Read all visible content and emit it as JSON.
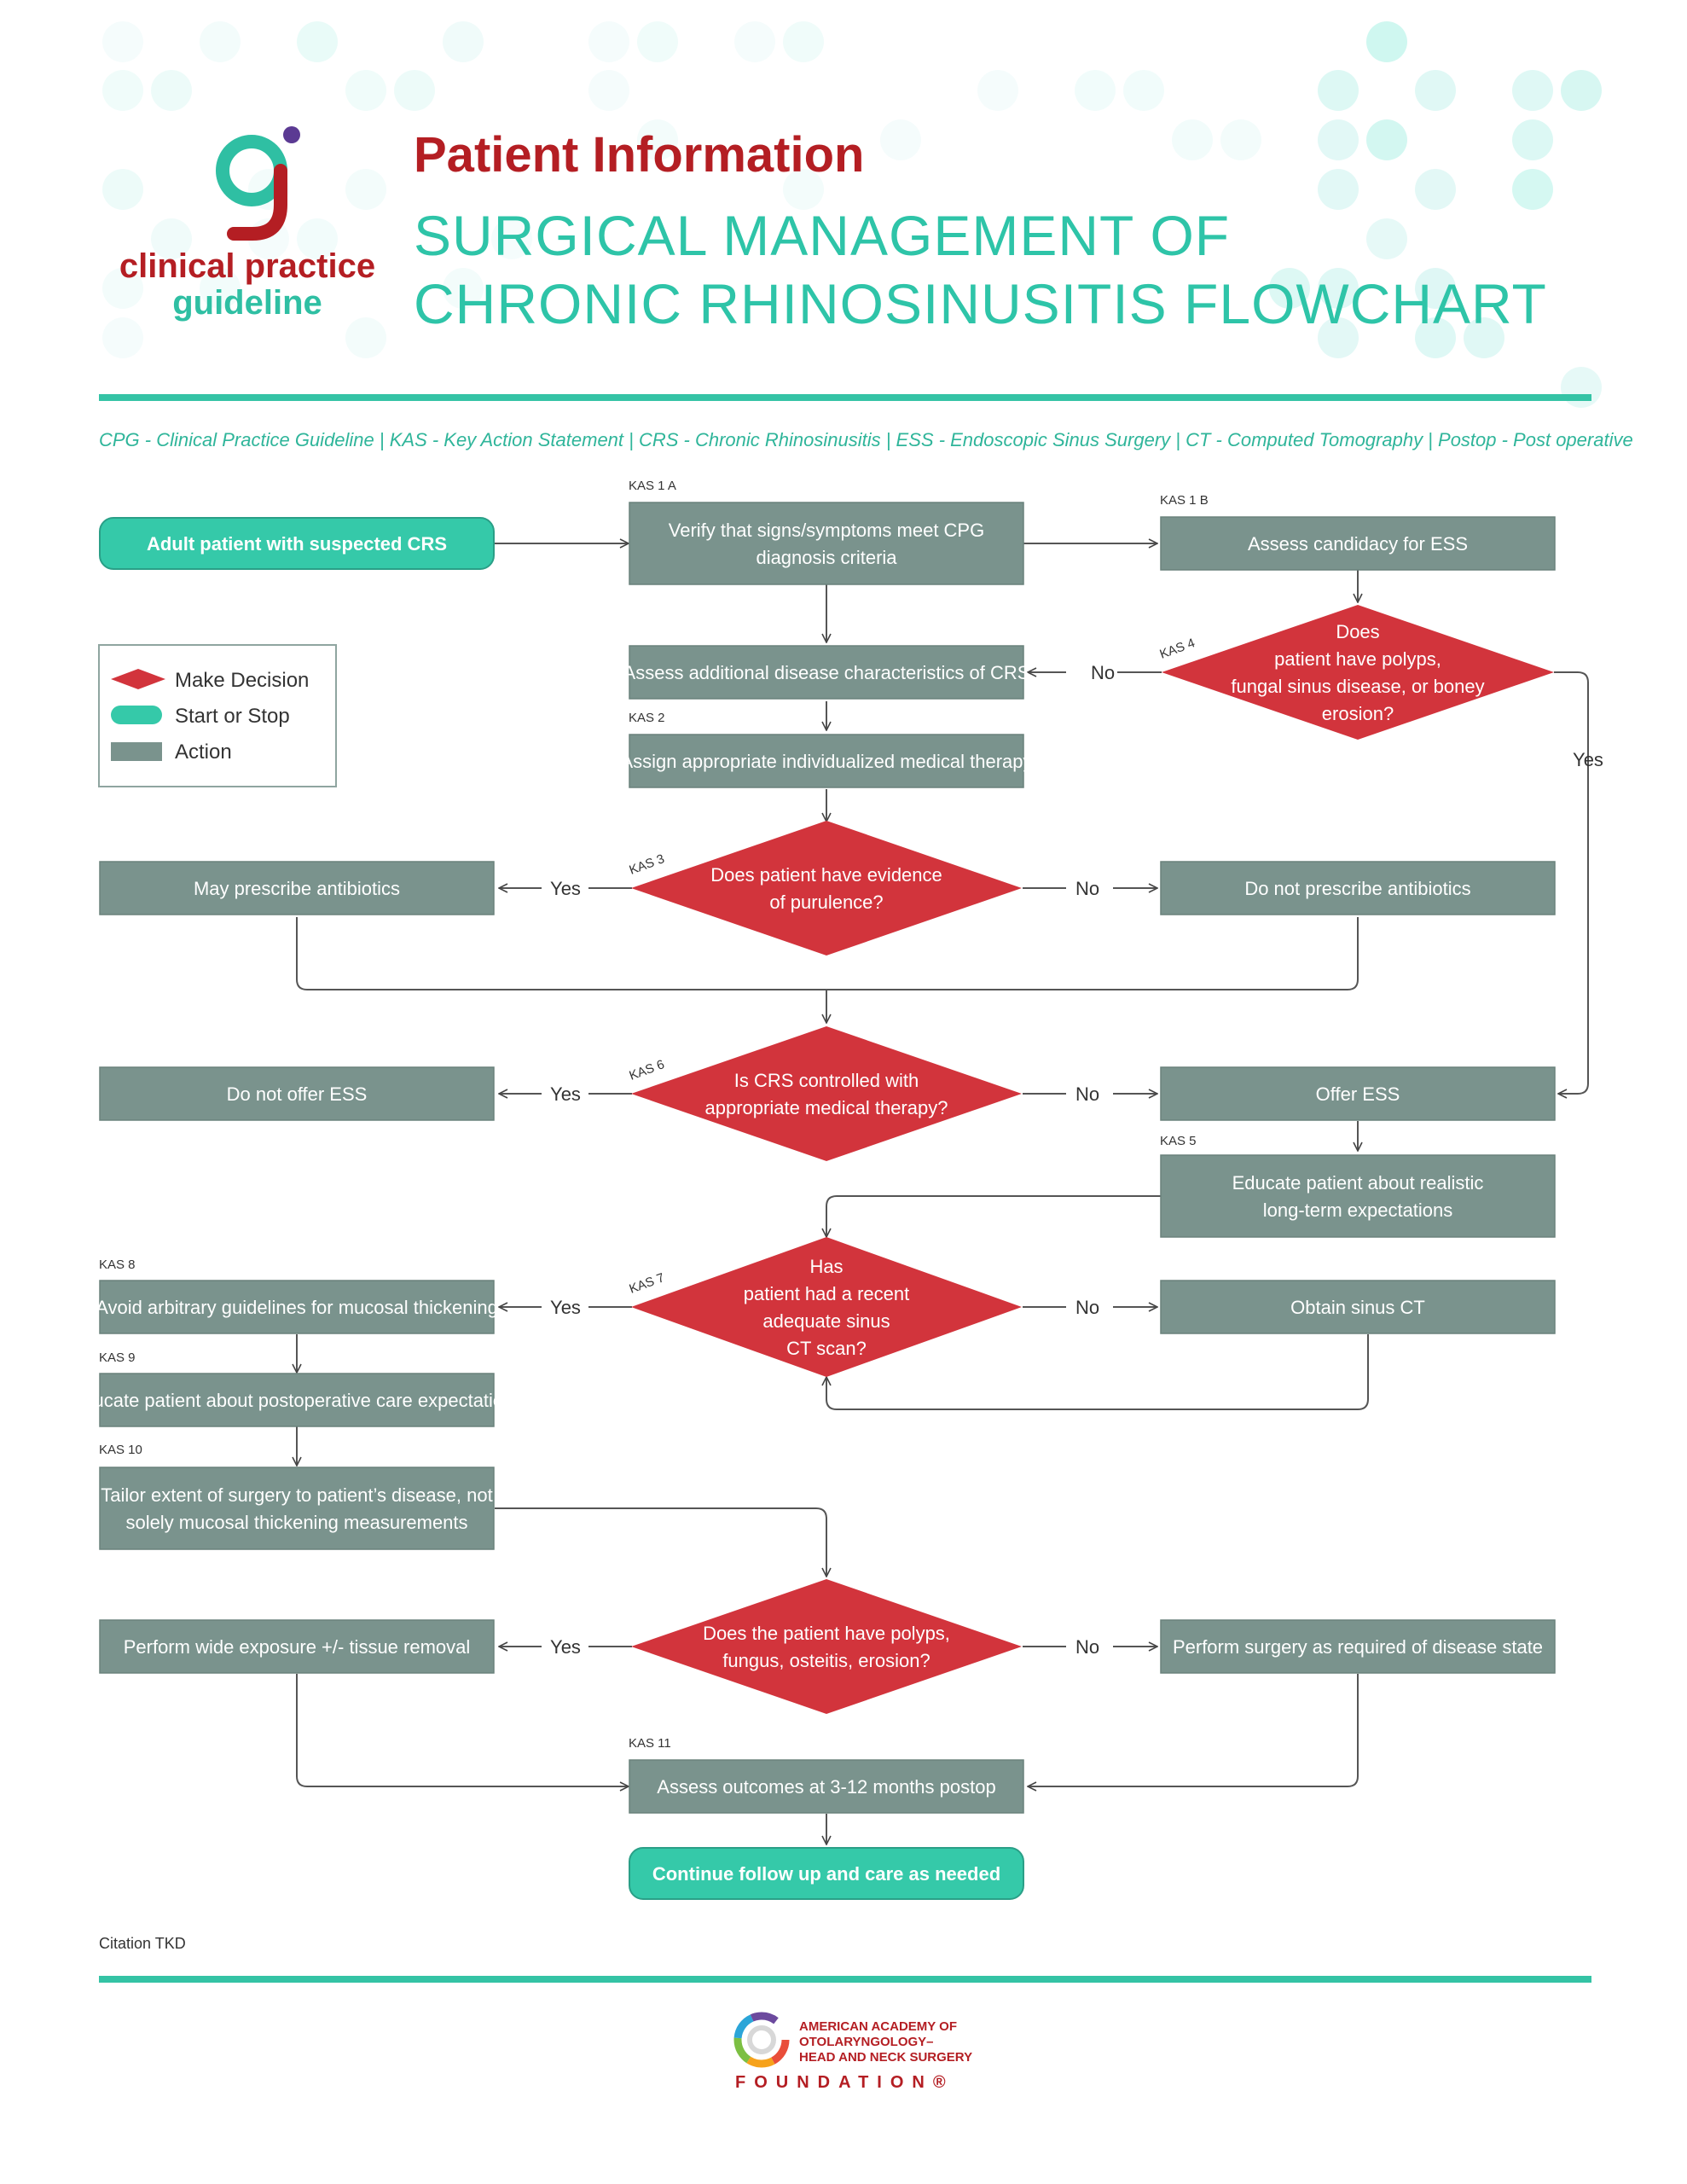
{
  "header": {
    "logo_line1": "clinical practice",
    "logo_line2": "guideline",
    "section": "Patient Information",
    "title_line1": "SURGICAL MANAGEMENT OF",
    "title_line2": "CHRONIC RHINOSINUSITIS FLOWCHART",
    "abbreviations": "CPG - Clinical Practice Guideline | KAS - Key Action Statement | CRS - Chronic Rhinosinusitis | ESS - Endoscopic Sinus Surgery | CT - Computed Tomography | Postop - Post operative"
  },
  "legend": {
    "decision": "Make Decision",
    "start_stop": "Start or Stop",
    "action": "Action"
  },
  "colors": {
    "start_stop": "#35c9a9",
    "action": "#7a938d",
    "decision": "#d2343c",
    "brand_red": "#b41e23",
    "brand_teal": "#2ec4a8"
  },
  "nodes": {
    "start": {
      "type": "start",
      "lines": [
        "Adult patient with suspected CRS"
      ]
    },
    "verify": {
      "type": "action",
      "kas": "KAS 1 A",
      "lines": [
        "Verify that signs/symptoms meet CPG",
        "diagnosis criteria"
      ]
    },
    "candidacy": {
      "type": "action",
      "kas": "KAS 1 B",
      "lines": [
        "Assess candidacy for ESS"
      ]
    },
    "polyps": {
      "type": "decision",
      "kas": "KAS 4",
      "lines": [
        "Does",
        "patient have polyps,",
        "fungal sinus disease, or boney",
        "erosion?"
      ]
    },
    "additional": {
      "type": "action",
      "lines": [
        "Assess additional disease characteristics of CRS"
      ]
    },
    "therapy": {
      "type": "action",
      "kas": "KAS 2",
      "lines": [
        "Assign appropriate individualized medical therapy"
      ]
    },
    "purulence": {
      "type": "decision",
      "kas": "KAS 3",
      "lines": [
        "Does patient have evidence",
        "of purulence?"
      ]
    },
    "may_abx": {
      "type": "action",
      "lines": [
        "May prescribe antibiotics"
      ]
    },
    "no_abx": {
      "type": "action",
      "lines": [
        "Do not prescribe antibiotics"
      ]
    },
    "controlled": {
      "type": "decision",
      "kas": "KAS 6",
      "lines": [
        "Is CRS controlled with",
        "appropriate medical therapy?"
      ]
    },
    "no_ess": {
      "type": "action",
      "lines": [
        "Do not offer ESS"
      ]
    },
    "offer_ess": {
      "type": "action",
      "lines": [
        "Offer ESS"
      ]
    },
    "educate_expect": {
      "type": "action",
      "kas": "KAS 5",
      "lines": [
        "Educate patient about realistic",
        "long-term expectations"
      ]
    },
    "ct": {
      "type": "decision",
      "kas": "KAS 7",
      "lines": [
        "Has",
        "patient had a recent",
        "adequate sinus",
        "CT scan?"
      ]
    },
    "avoid": {
      "type": "action",
      "kas": "KAS 8",
      "lines": [
        "Avoid arbitrary guidelines for mucosal thickening"
      ]
    },
    "obtain_ct": {
      "type": "action",
      "lines": [
        "Obtain sinus CT"
      ]
    },
    "postop_care": {
      "type": "action",
      "kas": "KAS 9",
      "lines": [
        "Educate patient about postoperative care expectations"
      ]
    },
    "tailor": {
      "type": "action",
      "kas": "KAS 10",
      "lines": [
        "Tailor extent of surgery to patient’s disease, not",
        "solely mucosal thickening measurements"
      ]
    },
    "fungus": {
      "type": "decision",
      "lines": [
        "Does the patient have polyps,",
        "fungus, osteitis, erosion?"
      ]
    },
    "wide": {
      "type": "action",
      "lines": [
        "Perform wide exposure +/- tissue removal"
      ]
    },
    "as_required": {
      "type": "action",
      "lines": [
        "Perform surgery as required of disease state"
      ]
    },
    "outcomes": {
      "type": "action",
      "kas": "KAS 11",
      "lines": [
        "Assess outcomes at 3-12 months postop"
      ]
    },
    "continue": {
      "type": "start",
      "lines": [
        "Continue follow up and care as needed"
      ]
    }
  },
  "edge_labels": {
    "yes": "Yes",
    "no": "No"
  },
  "footer": {
    "citation": "Citation TKD",
    "org_line1": "AMERICAN ACADEMY OF",
    "org_line2": "OTOLARYNGOLOGY–",
    "org_line3": "HEAD AND NECK SURGERY",
    "foundation": "FOUNDATION®"
  }
}
